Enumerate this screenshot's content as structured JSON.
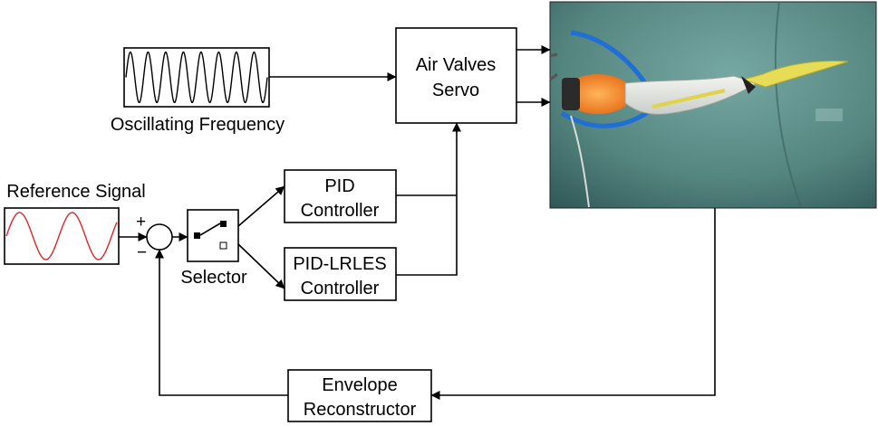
{
  "blocks": {
    "oscillating_frequency": "Oscillating Frequency",
    "reference_signal": "Reference Signal",
    "selector": "Selector",
    "air_valves_line1": "Air Valves",
    "air_valves_line2": "Servo",
    "pid_line1": "PID",
    "pid_line2": "Controller",
    "pid_lrles_line1": "PID-LRLES",
    "pid_lrles_line2": "Controller",
    "envelope_line1": "Envelope",
    "envelope_line2": "Reconstructor"
  },
  "summing_junction": {
    "plus": "+",
    "minus": "−"
  },
  "colors": {
    "reference_wave": "#d9262b",
    "water_dark": "#2f5757",
    "water_light": "#6a9c98",
    "fish_fin": "#e6dc55",
    "tube_blue": "#1f6fd6",
    "actuator_orange": "#f08a2a"
  },
  "photo": {
    "content": "soft robotic fish with blue air tubes in water tank"
  }
}
